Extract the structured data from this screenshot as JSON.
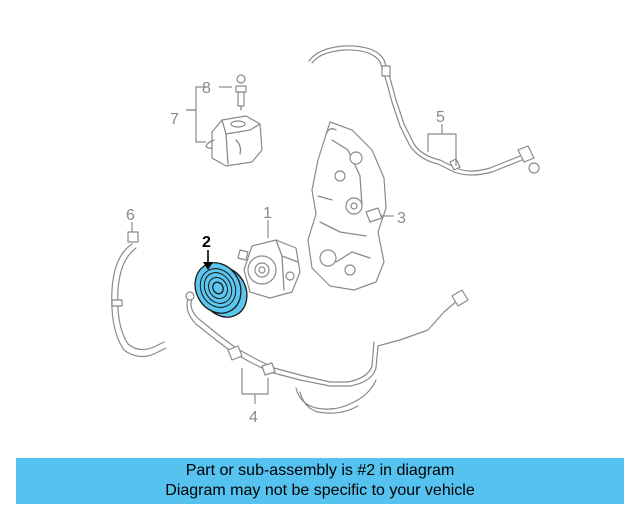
{
  "callouts": {
    "c1": "1",
    "c2": "2",
    "c3": "3",
    "c4": "4",
    "c5": "5",
    "c6": "6",
    "c7": "7",
    "c8": "8"
  },
  "highlight": {
    "part_number": "2",
    "color": "#5bc6ef"
  },
  "banner": {
    "line1": "Part or sub-assembly is #2 in diagram",
    "line2": "Diagram may not be specific to your vehicle",
    "background": "#55c2f0"
  }
}
